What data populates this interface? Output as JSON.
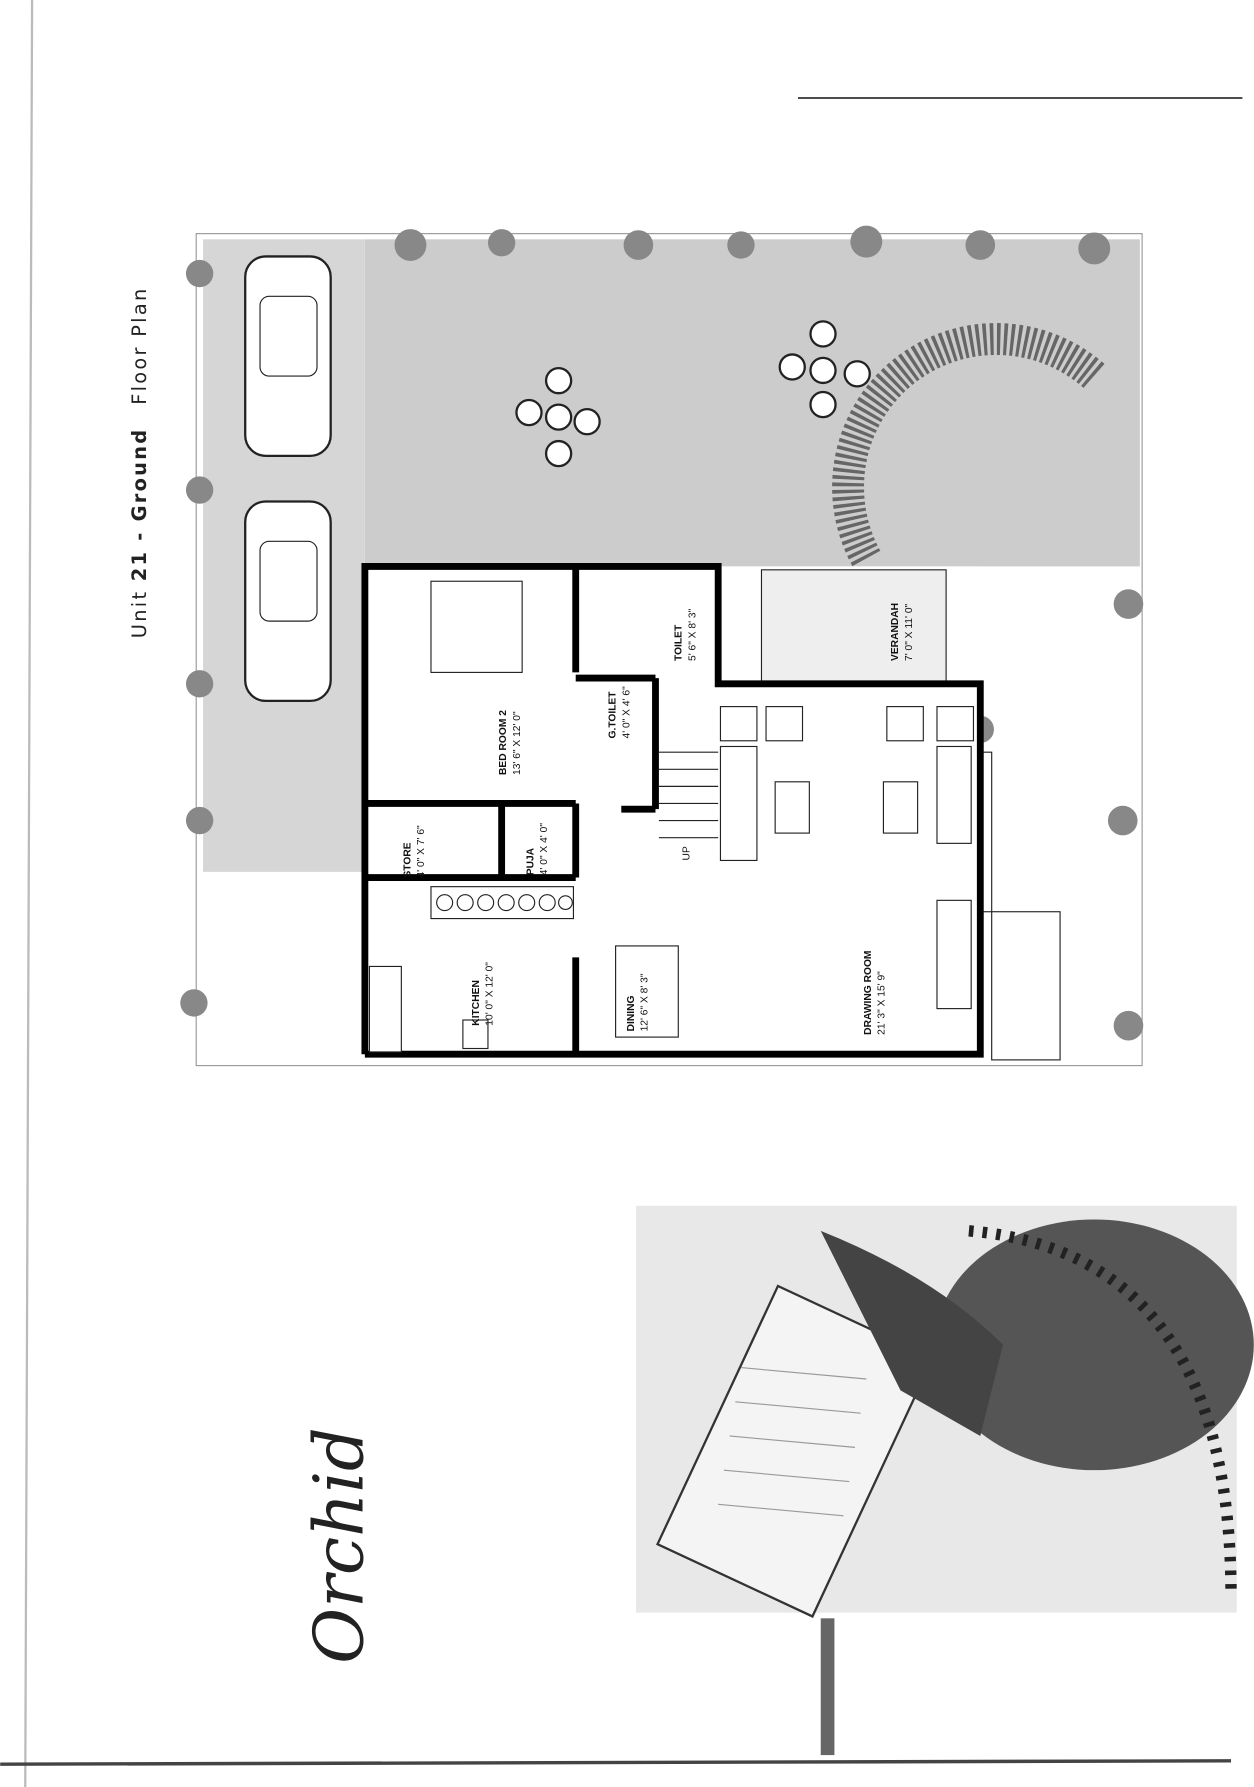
{
  "title": {
    "prefix": "Unit ",
    "unit": "21 - Ground",
    "suffix": "Floor Plan"
  },
  "brand": "Orchid",
  "rooms": [
    {
      "name": "BED ROOM 2",
      "size": "13' 6\" X 12' 0\""
    },
    {
      "name": "TOILET",
      "size": "5' 6\" X 8' 3\""
    },
    {
      "name": "G.TOILET",
      "size": "4' 0\" X 4' 6\""
    },
    {
      "name": "STORE",
      "size": "4' 0\" X 7' 6\""
    },
    {
      "name": "PUJA",
      "size": "4' 0\" X 4' 0\""
    },
    {
      "name": "KITCHEN",
      "size": "10' 0\" X 12' 0\""
    },
    {
      "name": "DINING",
      "size": "12' 6\" X 8' 3\""
    },
    {
      "name": "DRAWING ROOM",
      "size": "21' 3\" X 15' 9\""
    },
    {
      "name": "VERANDAH",
      "size": "7' 0\" X 11' 0\""
    }
  ],
  "stair_label": "UP"
}
